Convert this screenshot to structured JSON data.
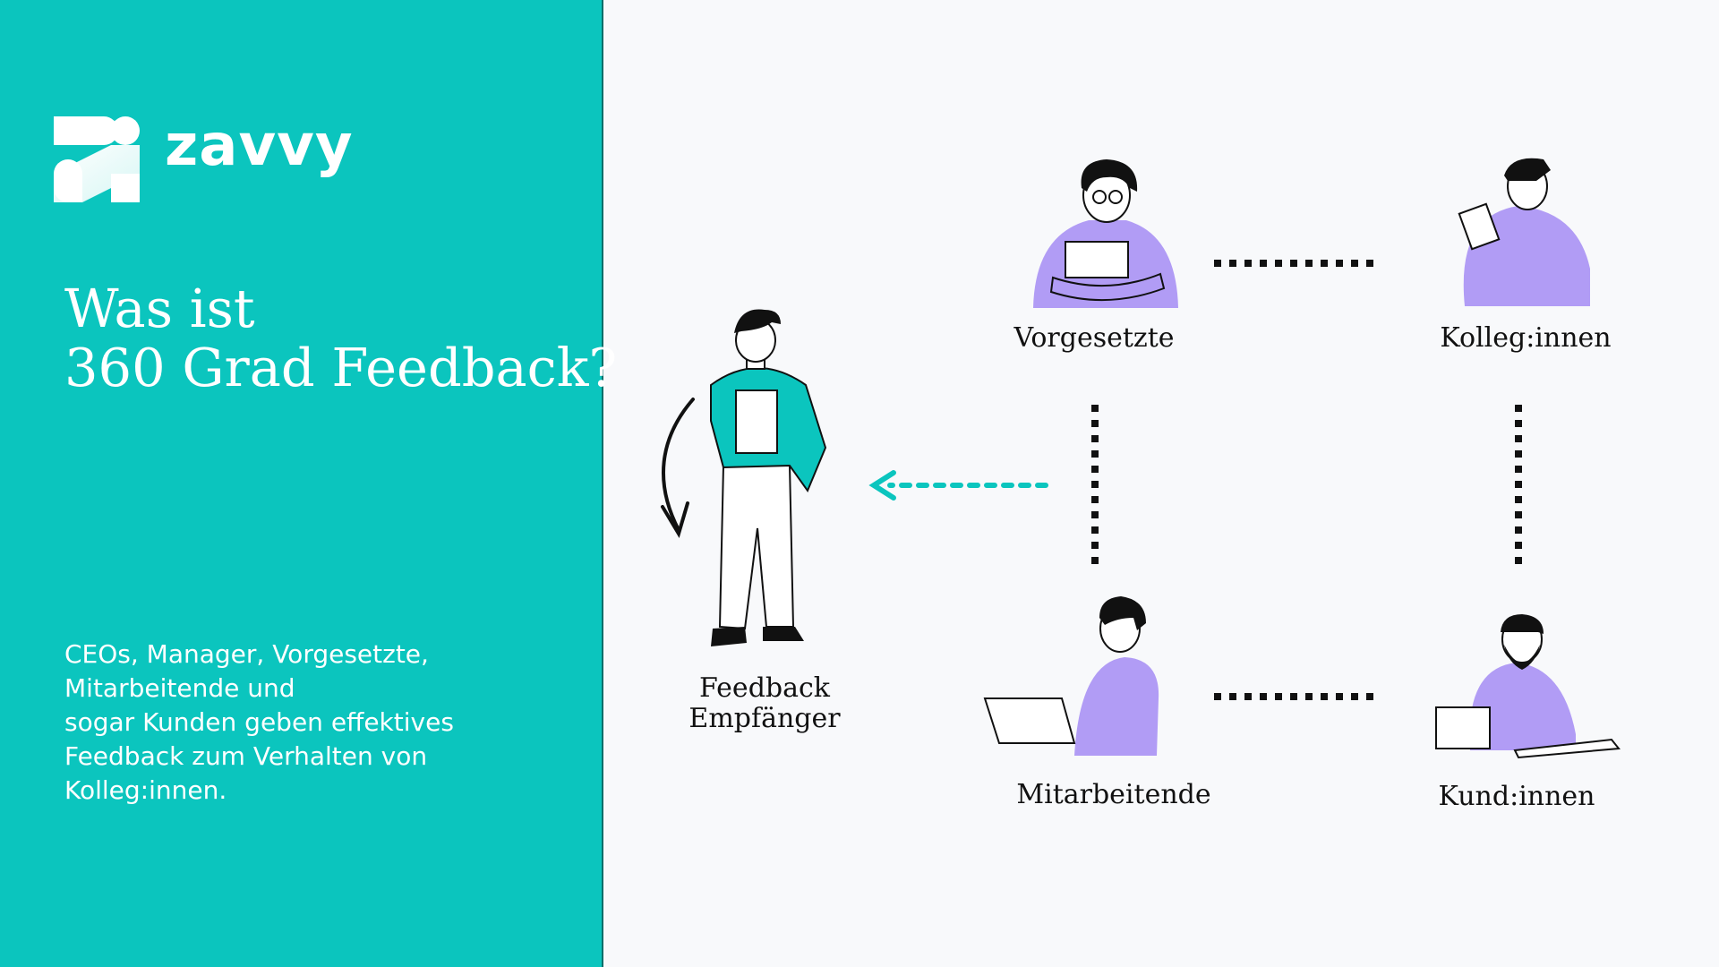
{
  "brand": {
    "name": "zavvy"
  },
  "title": {
    "line1": "Was ist",
    "line2": "360 Grad Feedback?"
  },
  "description": {
    "lines": [
      "CEOs, Manager, Vorgesetzte,",
      "Mitarbeitende und",
      "sogar Kunden geben effektives",
      "Feedback zum Verhalten von",
      "Kolleg:innen."
    ]
  },
  "diagram": {
    "receiver": {
      "line1": "Feedback",
      "line2": "Empfänger"
    },
    "nodes": {
      "supervisors": "Vorgesetzte",
      "colleagues": "Kolleg:innen",
      "employees": "Mitarbeitende",
      "customers": "Kund:innen"
    }
  },
  "colors": {
    "teal": "#0bc5be",
    "purple": "#b19cf5",
    "dark": "#111111"
  }
}
